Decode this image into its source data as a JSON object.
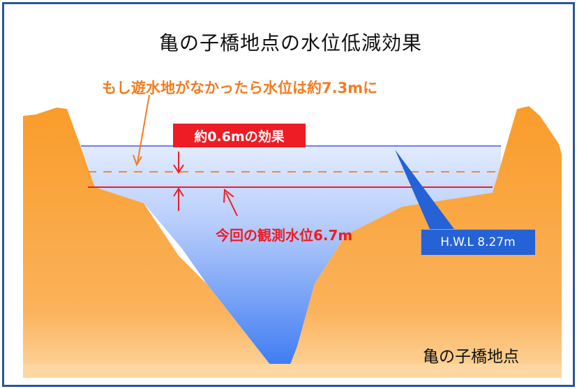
{
  "title": "亀の子橋地点の水位低減効果",
  "labels": {
    "without_basin": "もし遊水地がなかったら水位は約7.3mに",
    "effect": "約0.6mの効果",
    "observed": "今回の観測水位6.7m",
    "hwl": "H.W.L 8.27m",
    "location": "亀の子橋地点"
  },
  "colors": {
    "frame": "#2b5597",
    "terrain": "#f9a43a",
    "water_top": "#cfe0ff",
    "water_bottom": "#3d7bf2",
    "hwl_line": "#6c7ff0",
    "dashed_line": "#f08a34",
    "observed_line": "#ee1c25",
    "effect_box": "#ee1c25",
    "hwl_box": "#2462d6"
  },
  "levels_m": {
    "hwl": 8.27,
    "without_basin": 7.3,
    "observed": 6.7,
    "effect": 0.6
  }
}
